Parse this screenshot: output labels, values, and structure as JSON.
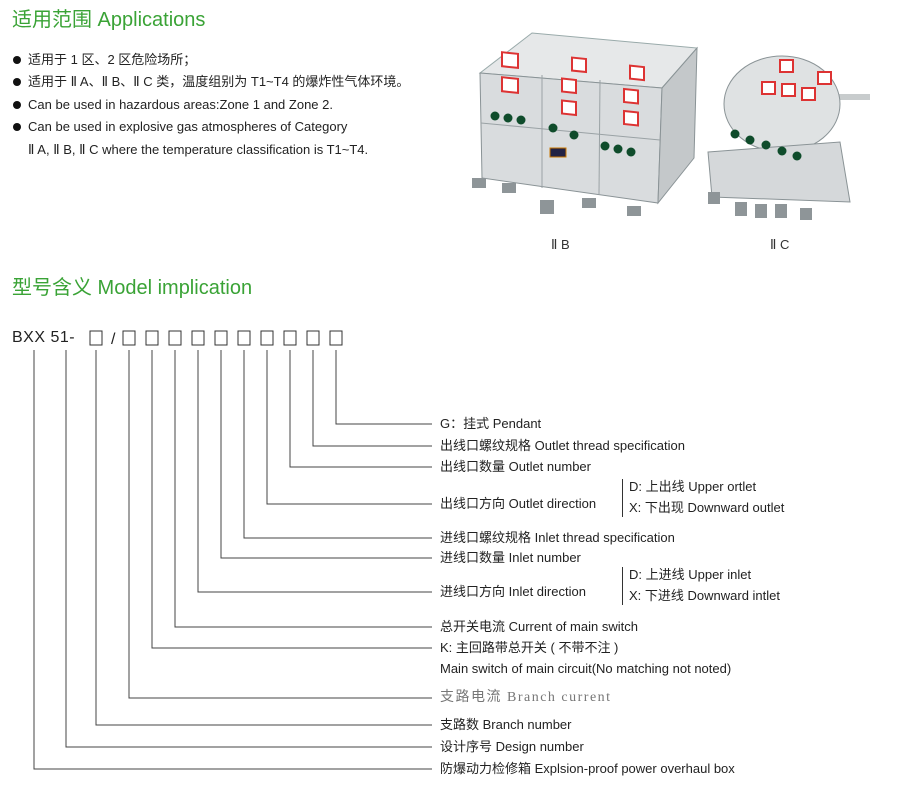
{
  "applications": {
    "title": "适用范围 Applications",
    "bullets": [
      "适用于 1 区、2 区危险场所；",
      "适用于 Ⅱ A、Ⅱ B、Ⅱ C 类，温度组别为 T1~T4 的爆炸性气体环境。",
      "Can be used in hazardous areas:Zone 1 and Zone 2.",
      "Can be used in explosive gas atmospheres of Category"
    ],
    "bullet4_cont": "Ⅱ A, Ⅱ B, Ⅱ C where the temperature classification is T1~T4.",
    "photo_captions": [
      "Ⅱ B",
      "Ⅱ C"
    ]
  },
  "model": {
    "title": "型号含义 Model implication",
    "code_prefix": "BXX 51-",
    "code_sep": "/",
    "labels": [
      "G：挂式 Pendant",
      "出线口螺纹规格 Outlet thread specification",
      "出线口数量 Outlet number",
      "出线口方向 Outlet direction",
      "进线口螺纹规格 Inlet thread specification",
      "进线口数量 Inlet number",
      "进线口方向 Inlet direction",
      "总开关电流 Current of main switch",
      "K: 主回路带总开关 ( 不带不注 )",
      "支路电流  Branch current",
      "支路数 Branch number",
      "设计序号 Design number",
      "防爆动力检修箱 Explsion-proof power overhaul box"
    ],
    "k_note": "Main switch of main circuit(No matching not noted)",
    "outlet_options": [
      "D: 上出线 Upper ortlet",
      "X: 下出现 Downward outlet"
    ],
    "inlet_options": [
      "D: 上进线 Upper inlet",
      "X: 下进线 Downward intlet"
    ]
  }
}
